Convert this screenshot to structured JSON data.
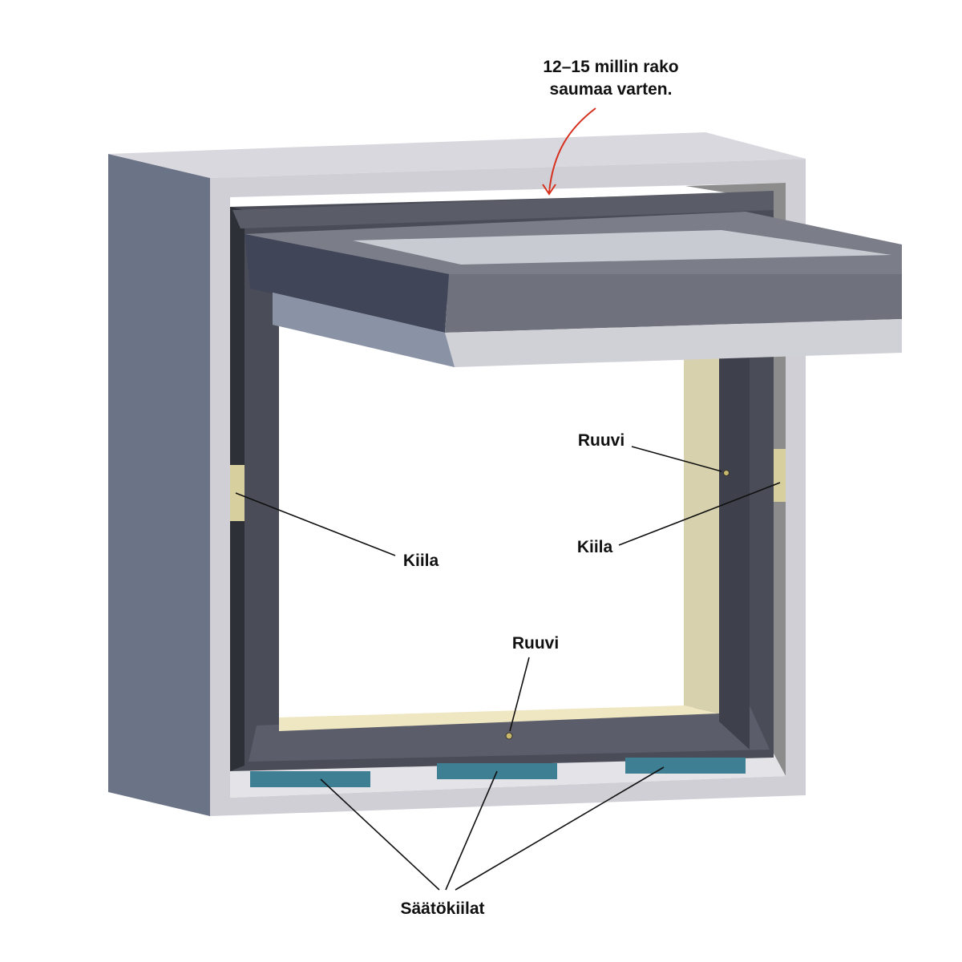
{
  "annotations": {
    "gap_line1": "12–15 millin rako",
    "gap_line2": "saumaa varten.",
    "screw_right": "Ruuvi",
    "wedge_right": "Kiila",
    "wedge_left": "Kiila",
    "screw_bottom": "Ruuvi",
    "adjust_wedges": "Säätökiilat"
  },
  "colors": {
    "arrow": "#d6301e",
    "box_side": "#6b7486",
    "box_front": "#d3d2d9",
    "frame": "#4a4d58",
    "wedge": "#d8cf9e",
    "blocks": "#3f7f94"
  }
}
